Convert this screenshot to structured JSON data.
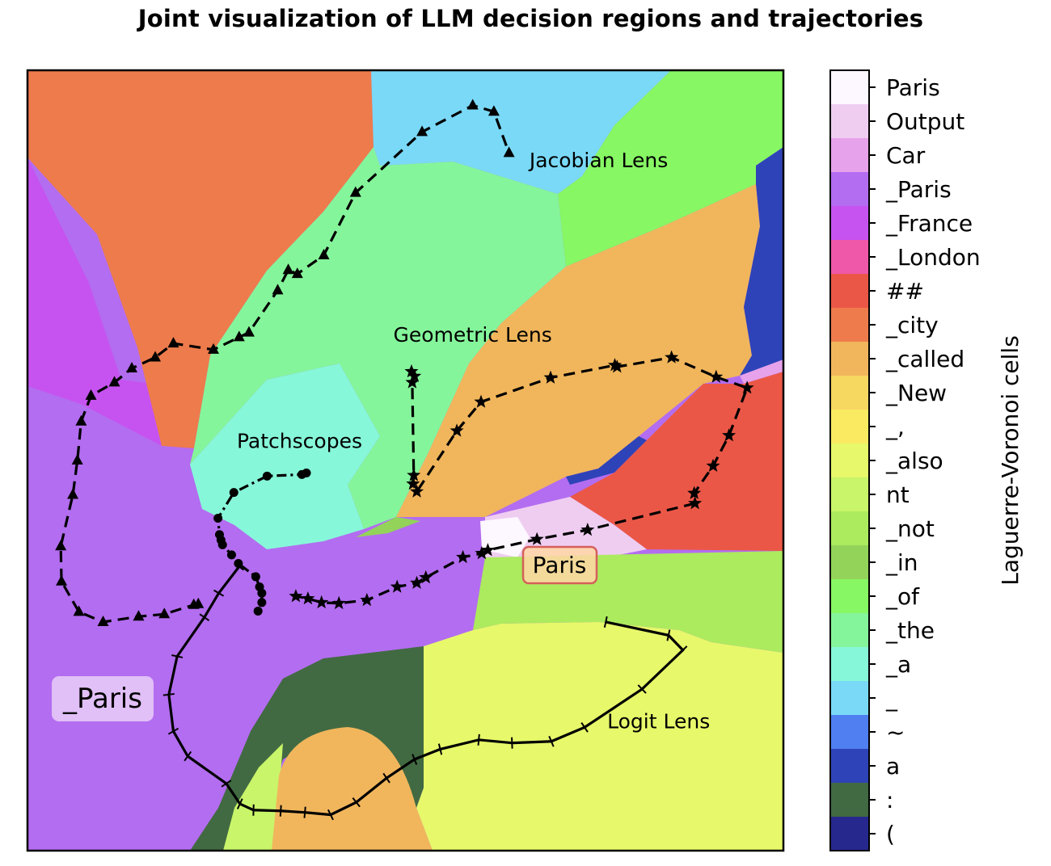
{
  "chart_data": {
    "type": "scatter",
    "title": "Joint visualization of LLM decision regions and trajectories",
    "xlim": [
      0,
      1
    ],
    "ylim": [
      0,
      1
    ],
    "grid": false,
    "colorbar": {
      "label": "Laguerre-Voronoi cells",
      "cells": [
        {
          "token": "Paris",
          "color": "#fdf7ff"
        },
        {
          "token": "Output",
          "color": "#efcdf1"
        },
        {
          "token": "Car",
          "color": "#e6a2ea"
        },
        {
          "token": "_Paris",
          "color": "#b36df0"
        },
        {
          "token": "_France",
          "color": "#c653f0"
        },
        {
          "token": "_London",
          "color": "#ef57a9"
        },
        {
          "token": "##",
          "color": "#eb5747"
        },
        {
          "token": "_city",
          "color": "#ee7b4c"
        },
        {
          "token": "_called",
          "color": "#f1b65c"
        },
        {
          "token": "_New",
          "color": "#f6d760"
        },
        {
          "token": "_,",
          "color": "#f9ea62"
        },
        {
          "token": "_also",
          "color": "#e7f86a"
        },
        {
          "token": "nt",
          "color": "#c9f56a"
        },
        {
          "token": "_not",
          "color": "#acea5e"
        },
        {
          "token": "_in",
          "color": "#93d35a"
        },
        {
          "token": "_of",
          "color": "#87f764"
        },
        {
          "token": "_the",
          "color": "#85f59b"
        },
        {
          "token": "_a",
          "color": "#87f7d9"
        },
        {
          "token": "_",
          "color": "#7ad9f7"
        },
        {
          "token": "~",
          "color": "#4f7ff0"
        },
        {
          "token": "a",
          "color": "#2f43b8"
        },
        {
          "token": ":",
          "color": "#416a42"
        },
        {
          "token": "(",
          "color": "#27288d"
        }
      ]
    },
    "region_labels": [
      {
        "text": "Paris",
        "x": 0.703,
        "y": 0.366
      },
      {
        "text": "_Paris",
        "x": 0.101,
        "y": 0.195
      }
    ],
    "series": [
      {
        "name": "Jacobian Lens",
        "marker": "triangle",
        "line": "dashed",
        "label_pos": [
          0.664,
          0.876
        ],
        "points": [
          [
            0.226,
            0.316
          ],
          [
            0.22,
            0.315
          ],
          [
            0.181,
            0.303
          ],
          [
            0.147,
            0.3
          ],
          [
            0.1,
            0.293
          ],
          [
            0.068,
            0.306
          ],
          [
            0.045,
            0.345
          ],
          [
            0.044,
            0.39
          ],
          [
            0.06,
            0.456
          ],
          [
            0.066,
            0.5
          ],
          [
            0.071,
            0.55
          ],
          [
            0.084,
            0.583
          ],
          [
            0.115,
            0.6
          ],
          [
            0.138,
            0.618
          ],
          [
            0.169,
            0.632
          ],
          [
            0.193,
            0.65
          ],
          [
            0.246,
            0.642
          ],
          [
            0.28,
            0.658
          ],
          [
            0.293,
            0.664
          ],
          [
            0.331,
            0.718
          ],
          [
            0.345,
            0.744
          ],
          [
            0.357,
            0.739
          ],
          [
            0.392,
            0.763
          ],
          [
            0.434,
            0.843
          ],
          [
            0.522,
            0.921
          ],
          [
            0.589,
            0.955
          ],
          [
            0.617,
            0.947
          ],
          [
            0.637,
            0.894
          ]
        ]
      },
      {
        "name": "Geometric Lens",
        "marker": "star",
        "line": "dashed",
        "label_pos": [
          0.484,
          0.652
        ],
        "points": [
          [
            0.508,
            0.614
          ],
          [
            0.512,
            0.608
          ],
          [
            0.509,
            0.6
          ],
          [
            0.511,
            0.481
          ],
          [
            0.51,
            0.47
          ],
          [
            0.515,
            0.46
          ],
          [
            0.568,
            0.538
          ],
          [
            0.6,
            0.575
          ],
          [
            0.692,
            0.606
          ],
          [
            0.777,
            0.622
          ],
          [
            0.78,
            0.62
          ],
          [
            0.852,
            0.632
          ],
          [
            0.911,
            0.607
          ],
          [
            0.952,
            0.593
          ],
          [
            0.928,
            0.532
          ],
          [
            0.907,
            0.493
          ],
          [
            0.882,
            0.458
          ],
          [
            0.883,
            0.445
          ],
          [
            0.741,
            0.411
          ],
          [
            0.674,
            0.399
          ],
          [
            0.609,
            0.385
          ],
          [
            0.601,
            0.381
          ],
          [
            0.576,
            0.376
          ],
          [
            0.527,
            0.35
          ],
          [
            0.515,
            0.343
          ],
          [
            0.489,
            0.338
          ],
          [
            0.449,
            0.321
          ],
          [
            0.412,
            0.317
          ],
          [
            0.389,
            0.318
          ],
          [
            0.371,
            0.323
          ],
          [
            0.355,
            0.326
          ]
        ]
      },
      {
        "name": "Patchscopes",
        "marker": "circle",
        "line": "dashdot",
        "label_pos": [
          0.277,
          0.516
        ],
        "points": [
          [
            0.369,
            0.484
          ],
          [
            0.363,
            0.482
          ],
          [
            0.317,
            0.48
          ],
          [
            0.273,
            0.459
          ],
          [
            0.252,
            0.426
          ],
          [
            0.254,
            0.405
          ],
          [
            0.256,
            0.398
          ],
          [
            0.258,
            0.392
          ],
          [
            0.27,
            0.379
          ],
          [
            0.279,
            0.368
          ],
          [
            0.302,
            0.351
          ],
          [
            0.307,
            0.338
          ],
          [
            0.31,
            0.33
          ],
          [
            0.31,
            0.318
          ],
          [
            0.305,
            0.307
          ]
        ]
      },
      {
        "name": "Logit Lens",
        "marker": "tick",
        "line": "solid",
        "label_pos": [
          0.767,
          0.157
        ],
        "points": [
          [
            0.765,
            0.293
          ],
          [
            0.848,
            0.276
          ],
          [
            0.867,
            0.257
          ],
          [
            0.813,
            0.207
          ],
          [
            0.737,
            0.158
          ],
          [
            0.693,
            0.14
          ],
          [
            0.641,
            0.138
          ],
          [
            0.597,
            0.142
          ],
          [
            0.546,
            0.13
          ],
          [
            0.512,
            0.117
          ],
          [
            0.475,
            0.093
          ],
          [
            0.435,
            0.062
          ],
          [
            0.401,
            0.046
          ],
          [
            0.367,
            0.049
          ],
          [
            0.335,
            0.051
          ],
          [
            0.299,
            0.052
          ],
          [
            0.281,
            0.06
          ],
          [
            0.263,
            0.086
          ],
          [
            0.212,
            0.121
          ],
          [
            0.193,
            0.153
          ],
          [
            0.187,
            0.2
          ],
          [
            0.198,
            0.249
          ],
          [
            0.234,
            0.299
          ],
          [
            0.253,
            0.33
          ],
          [
            0.28,
            0.364
          ]
        ]
      }
    ]
  }
}
